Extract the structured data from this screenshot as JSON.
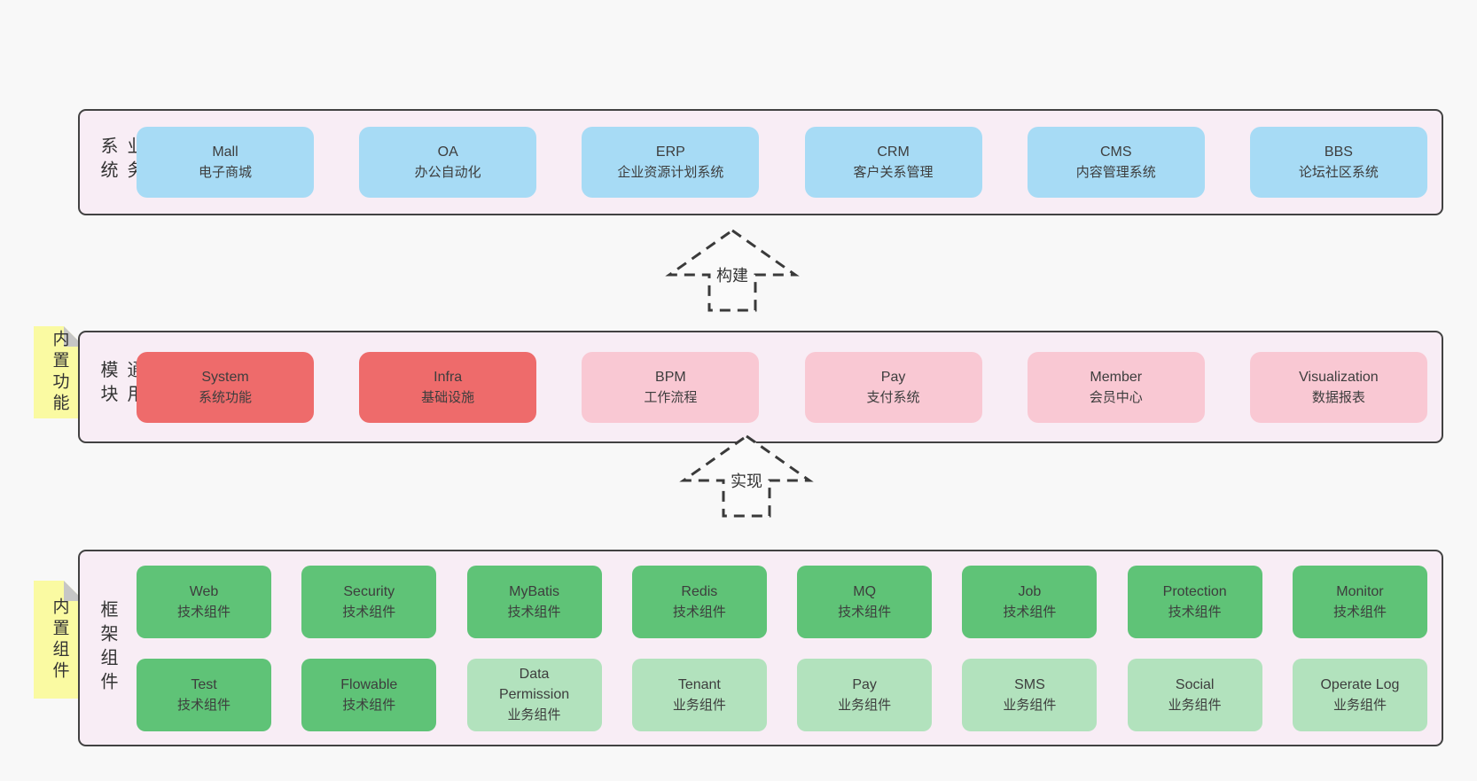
{
  "diagram": {
    "arrows": [
      {
        "label": "构建"
      },
      {
        "label": "实现"
      }
    ],
    "bands": [
      {
        "label": "业务系统",
        "boxes": [
          {
            "title": "Mall",
            "subtitle": "电子商城"
          },
          {
            "title": "OA",
            "subtitle": "办公自动化"
          },
          {
            "title": "ERP",
            "subtitle": "企业资源计划系统"
          },
          {
            "title": "CRM",
            "subtitle": "客户关系管理"
          },
          {
            "title": "CMS",
            "subtitle": "内容管理系统"
          },
          {
            "title": "BBS",
            "subtitle": "论坛社区系统"
          }
        ]
      },
      {
        "sticky": "内置功能",
        "label": "通用模块",
        "boxes": [
          {
            "title": "System",
            "subtitle": "系统功能"
          },
          {
            "title": "Infra",
            "subtitle": "基础设施"
          },
          {
            "title": "BPM",
            "subtitle": "工作流程"
          },
          {
            "title": "Pay",
            "subtitle": "支付系统"
          },
          {
            "title": "Member",
            "subtitle": "会员中心"
          },
          {
            "title": "Visualization",
            "subtitle": "数据报表"
          }
        ]
      },
      {
        "sticky": "内置组件",
        "label": "框架组件",
        "row1": [
          {
            "title": "Web",
            "subtitle": "技术组件"
          },
          {
            "title": "Security",
            "subtitle": "技术组件"
          },
          {
            "title": "MyBatis",
            "subtitle": "技术组件"
          },
          {
            "title": "Redis",
            "subtitle": "技术组件"
          },
          {
            "title": "MQ",
            "subtitle": "技术组件"
          },
          {
            "title": "Job",
            "subtitle": "技术组件"
          },
          {
            "title": "Protection",
            "subtitle": "技术组件"
          },
          {
            "title": "Monitor",
            "subtitle": "技术组件"
          }
        ],
        "row2": [
          {
            "title": "Test",
            "subtitle": "技术组件"
          },
          {
            "title": "Flowable",
            "subtitle": "技术组件"
          },
          {
            "title": "Data Permission",
            "subtitle": "业务组件"
          },
          {
            "title": "Tenant",
            "subtitle": "业务组件"
          },
          {
            "title": "Pay",
            "subtitle": "业务组件"
          },
          {
            "title": "SMS",
            "subtitle": "业务组件"
          },
          {
            "title": "Social",
            "subtitle": "业务组件"
          },
          {
            "title": "Operate Log",
            "subtitle": "业务组件"
          }
        ]
      }
    ],
    "colors": {
      "page_bg": "#f8f8f8",
      "band_bg": "#f8edf5",
      "band_border": "#424242",
      "blue": "#a7dbf5",
      "red": "#ee6b6b",
      "pink": "#f9c8d3",
      "green": "#5fc377",
      "light_green": "#b2e2bd",
      "sticky_yellow": "#fafaa2",
      "fold_gray": "#c6c6c6",
      "text": "#3d3d3d"
    }
  }
}
